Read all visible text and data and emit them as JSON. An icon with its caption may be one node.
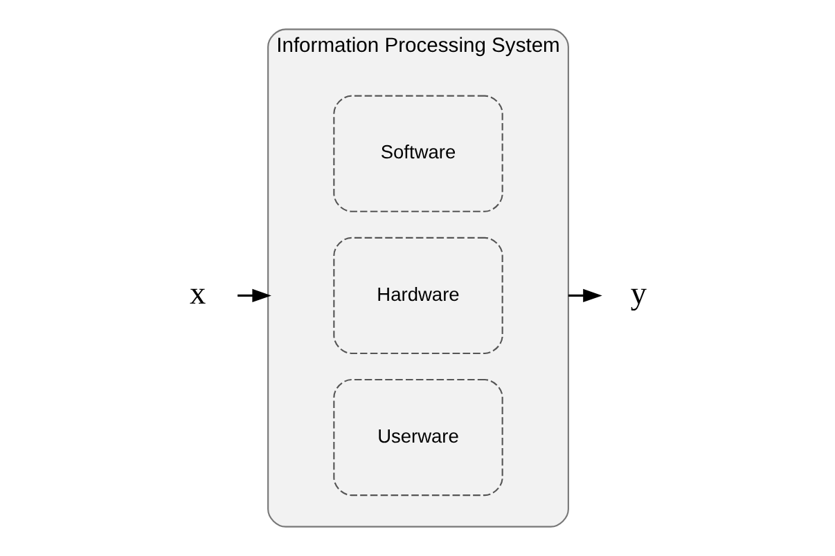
{
  "diagram": {
    "nodes": [
      {
        "text": [
          "Information Processing System"
        ]
      },
      {
        "text": [
          "Software"
        ],
        "in": 0
      },
      {
        "text": [
          "Hardware"
        ],
        "in": 0
      },
      {
        "text": [
          "Userware"
        ],
        "in": 0
      },
      {
        "text": [
          "x"
        ]
      },
      {
        "text": [
          "y"
        ]
      }
    ],
    "edges": [
      {
        "from": 4,
        "to": 0,
        "arrow": "to"
      },
      {
        "from": 0,
        "to": 5,
        "arrow": "to"
      }
    ]
  }
}
